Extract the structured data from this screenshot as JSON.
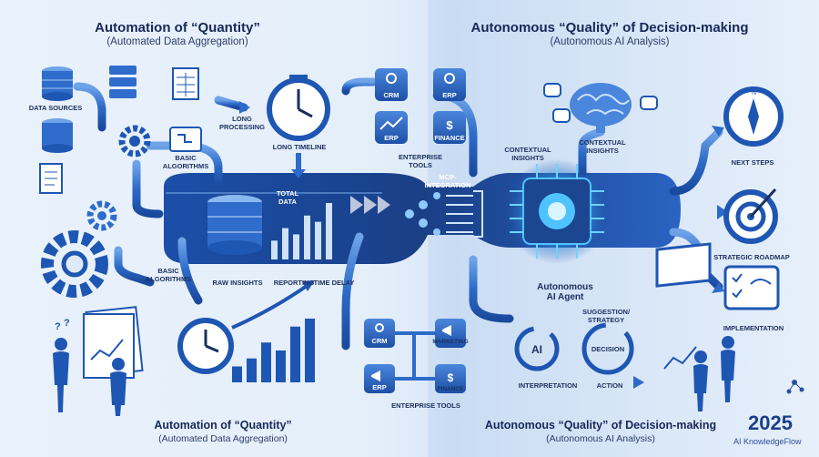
{
  "left": {
    "title": "Automation of “Quantity”",
    "subtitle": "(Automated Data Aggregation)",
    "labels": {
      "data_sources": "DATA SOURCES",
      "long_processing": "LONG PROCESSING",
      "long_timeline": "LONG TIMELINE",
      "basic_algorithms_top": "BASIC ALGORITHMS",
      "total_data": "TOTAL DATA",
      "basic_algorithms_bottom": "BASIC ALGORITHMS",
      "raw_insights": "RAW INSIGHTS",
      "reporting": "REPORTING",
      "time_delay": "TIME DELAY"
    },
    "footer_title": "Automation of “Quantity”",
    "footer_subtitle": "(Automated Data Aggregation)"
  },
  "middle": {
    "tools_top": [
      "CRM",
      "ERP",
      "ERP",
      "FINANCE"
    ],
    "enterprise_tools_top": "ENTERPRISE TOOLS",
    "mcp": "MCP-INTEGRATION",
    "tools_bottom": [
      "CRM",
      "MARKETING",
      "ERP",
      "FINANCE"
    ],
    "enterprise_tools_bottom": "ENTERPRISE TOOLS"
  },
  "right": {
    "title": "Autonomous “Quality” of Decision-making",
    "subtitle": "(Autonomous AI Analysis)",
    "labels": {
      "contextual_insights_1": "CONTEXTUAL INSIGHTS",
      "contextual_insights_2": "CONTEXTUAL INSIGHTS",
      "agent": "Autonomous AI Agent",
      "next_steps": "NEXT STEPS",
      "strategic_roadmap": "STRATEGIC ROADMAP",
      "implementation": "IMPLEMENTATION",
      "suggestion": "SUGGESTION/ STRATEGY",
      "ai": "AI",
      "decision": "DECISION",
      "interpretation": "INTERPRETATION",
      "action": "ACTION"
    },
    "footer_title": "Autonomous “Quality” of Decision-making",
    "footer_subtitle": "(Autonomous AI Analysis)"
  },
  "footer": {
    "year": "2025",
    "brand": "AI KnowledgeFlow"
  },
  "chart_data": [
    {
      "type": "bar",
      "values": [
        3,
        5,
        4,
        7,
        6,
        9
      ]
    },
    {
      "type": "bar",
      "values": [
        2,
        3,
        5,
        4,
        7,
        8
      ]
    }
  ],
  "colors": {
    "primary": "#1e56b3",
    "dark": "#173a80",
    "light": "#6ea3e8",
    "accent": "#4fc3ff"
  }
}
